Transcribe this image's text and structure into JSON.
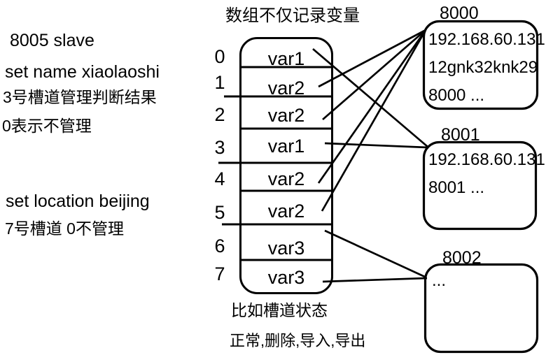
{
  "canvas": {
    "background": "#ffffff",
    "ink": "#000000"
  },
  "left_notes": {
    "line1": "8005 slave",
    "line2": "set name xiaolaoshi",
    "line3": "3号槽道管理判断结果",
    "line4": "0表示不管理",
    "line5": "set location beijing",
    "line6": "7号槽道 0不管理"
  },
  "array": {
    "title": "数组不仅记录变量",
    "caption_line1": "比如槽道状态",
    "caption_line2": "正常,删除,导入,导出",
    "rows": [
      {
        "index": "0",
        "value": "var1"
      },
      {
        "index": "1",
        "value": "var2"
      },
      {
        "index": "2",
        "value": "var2"
      },
      {
        "index": "3",
        "value": "var1"
      },
      {
        "index": "4",
        "value": "var2"
      },
      {
        "index": "5",
        "value": "var2"
      },
      {
        "index": "6",
        "value": "var3"
      },
      {
        "index": "7",
        "value": "var3"
      }
    ]
  },
  "nodes": [
    {
      "label": "8000",
      "lines": [
        "192.168.60.131",
        "12gnk32knk29",
        "8000 ..."
      ]
    },
    {
      "label": "8001",
      "lines": [
        "192.168.60.131",
        "8001 ..."
      ]
    },
    {
      "label": "8002",
      "lines": [
        "..."
      ]
    }
  ],
  "connections": [
    {
      "from_slot": "0",
      "to_node": "8001"
    },
    {
      "from_slot": "1",
      "to_node": "8000"
    },
    {
      "from_slot": "2",
      "to_node": "8000"
    },
    {
      "from_slot": "3",
      "to_node": "8001"
    },
    {
      "from_slot": "4",
      "to_node": "8000"
    },
    {
      "from_slot": "5",
      "to_node": "8000"
    },
    {
      "from_slot": "6",
      "to_node": "8002"
    },
    {
      "from_slot": "7",
      "to_node": "8002"
    }
  ]
}
